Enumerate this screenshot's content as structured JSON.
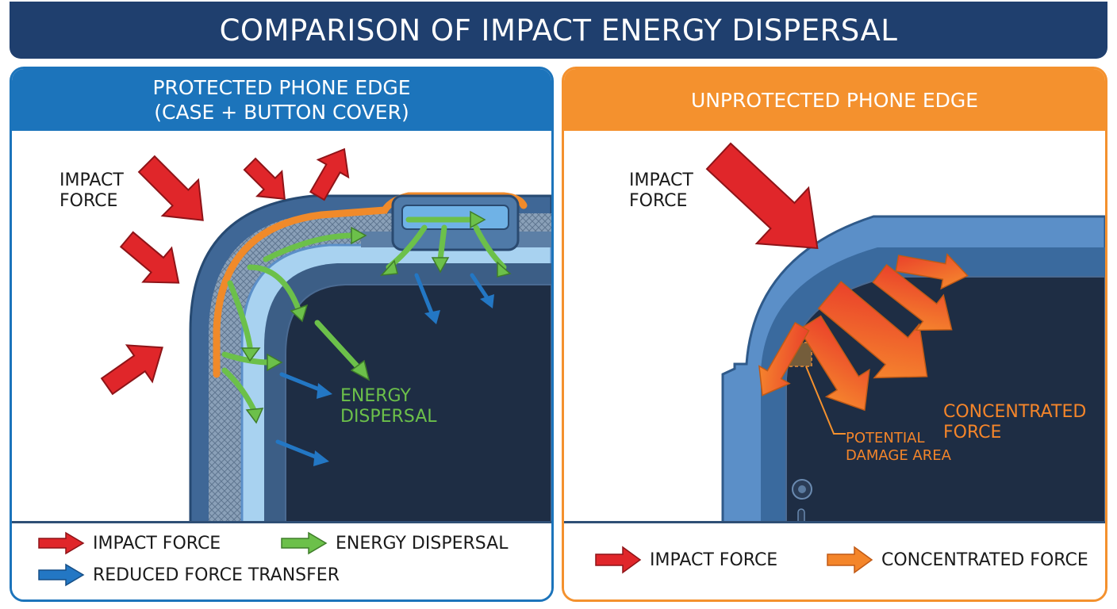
{
  "title": "COMPARISON OF IMPACT ENERGY DISPERSAL",
  "colors": {
    "title_bg": "#1f3f6e",
    "protected_accent": "#1c74bb",
    "unprotected_accent": "#f4912e",
    "impact_red": "#e0262a",
    "dispersal_green": "#6cc04a",
    "reduced_blue": "#2377c4",
    "concentrated_orange": "#f4852a",
    "phone_screen": "#1e2d44",
    "phone_frame": "#5b8fc8"
  },
  "protected": {
    "heading_line1": "PROTECTED PHONE EDGE",
    "heading_line2": "(CASE + BUTTON COVER)",
    "impact_label_line1": "IMPACT",
    "impact_label_line2": "FORCE",
    "dispersal_label_line1": "ENERGY",
    "dispersal_label_line2": "DISPERSAL",
    "legend": {
      "impact": "IMPACT FORCE",
      "dispersal": "ENERGY DISPERSAL",
      "reduced": "REDUCED FORCE TRANSFER"
    }
  },
  "unprotected": {
    "heading": "UNPROTECTED PHONE EDGE",
    "impact_label_line1": "IMPACT",
    "impact_label_line2": "FORCE",
    "concentrated_label_line1": "CONCENTRATED",
    "concentrated_label_line2": "FORCE",
    "damage_label_line1": "POTENTIAL",
    "damage_label_line2": "DAMAGE AREA",
    "legend": {
      "impact": "IMPACT FORCE",
      "concentrated": "CONCENTRATED FORCE"
    }
  }
}
